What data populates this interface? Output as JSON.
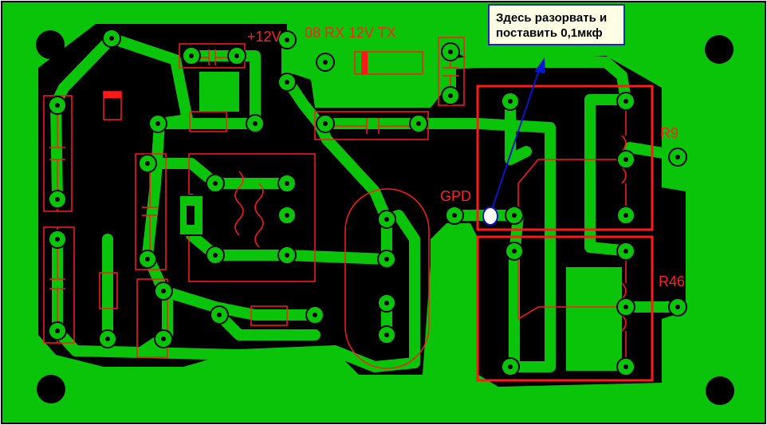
{
  "annotation": {
    "line1": "Здесь разорвать и",
    "line2": "поставить 0,1мкф"
  },
  "labels": {
    "plus12v": "+12V",
    "rx_tx": "08 RX 12V TX",
    "gpd": "GPD",
    "r9": "R9",
    "r46": "R46"
  },
  "colors": {
    "board": "#0ac40a",
    "copper_gap": "#000000",
    "silkscreen": "#ff1a1a",
    "pad": "#0ac40a",
    "arrow": "#0a14c8",
    "callout_fill": "#ffffe6"
  }
}
